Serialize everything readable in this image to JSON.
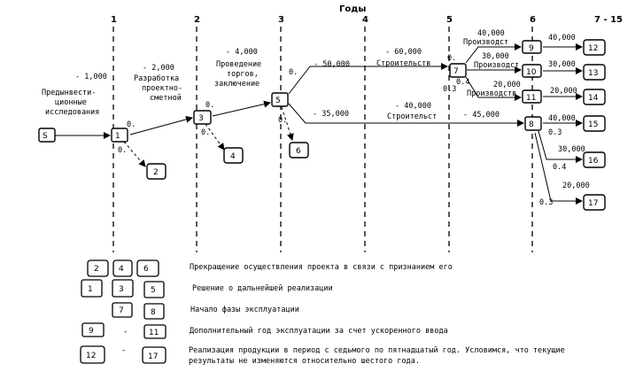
{
  "header": {
    "title": "Годы"
  },
  "years": [
    "1",
    "2",
    "3",
    "4",
    "5",
    "6",
    "7 - 15"
  ],
  "nodes": {
    "n1": "1",
    "n2": "2",
    "n3": "3",
    "n4": "4",
    "n5": "5",
    "n6": "6",
    "n7": "7",
    "n8": "8",
    "n9": "9",
    "n10": "10",
    "n11": "11",
    "n12": "12",
    "n13": "13",
    "n14": "14",
    "n15": "15",
    "n16": "16",
    "n17": "17",
    "start": "S"
  },
  "stages": {
    "s1": {
      "value": "- 1,000",
      "label": [
        "Предынвести-",
        "ционные",
        "исследования"
      ]
    },
    "s2": {
      "value": "- 2,000",
      "label": [
        "Разработка",
        "проектно-",
        "сметной"
      ]
    },
    "s3": {
      "value": "- 4,000",
      "label": [
        "Проведение",
        "торгов,",
        "заключение"
      ]
    }
  },
  "probs": {
    "p1a": "0.",
    "p1b": "0.",
    "p3a": "0.",
    "p3b": "0.",
    "p5a": "0.",
    "p5b": "0.",
    "p7a": "0.",
    "p7b": "0.4",
    "p7c": "0.3",
    "p8a": "0.3",
    "p8b": "0.4",
    "p8c": "0.3"
  },
  "edges": {
    "e5_7": "- 50,000",
    "e7_build_val": "- 60,000",
    "e7_build_lbl": "Строительств",
    "e5_8": "- 35,000",
    "e8_build_val": "- 40,000",
    "e8_build_lbl": "Строительст",
    "e8_pre": "- 45,000",
    "e9_val": "40,000",
    "e9_lbl": "Производст",
    "e9_out": "40,000",
    "e10_val": "30,000",
    "e10_lbl": "Производст",
    "e10_out": "30,000",
    "e11_val": "20,000",
    "e11_lbl": "Производств",
    "e11_out": "20,000",
    "e15": "40,000",
    "e16": "30,000",
    "e17": "20,000"
  },
  "legend": {
    "row1": {
      "keys": [
        "2",
        "4",
        "6"
      ],
      "text": "Прекращение осуществления проекта в связи с признанием его"
    },
    "row2": {
      "keys": [
        "1",
        "3",
        "5"
      ],
      "text": "Решение о дальнейшей реализации"
    },
    "row3": {
      "keys": [
        "7",
        "8"
      ],
      "text": "Начало фазы эксплуатации"
    },
    "row4": {
      "keys": [
        "9",
        "11"
      ],
      "dash": "-",
      "text": "Дополнительный год эксплуатации за счет ускоренного ввода"
    },
    "row5": {
      "keys": [
        "12",
        "17"
      ],
      "dash": "-",
      "text1": "Реализация продукции в период с седьмого по пятнадцатый год. Условимся, что текущие",
      "text2": "результаты не изменяются относительно шестого года."
    }
  }
}
